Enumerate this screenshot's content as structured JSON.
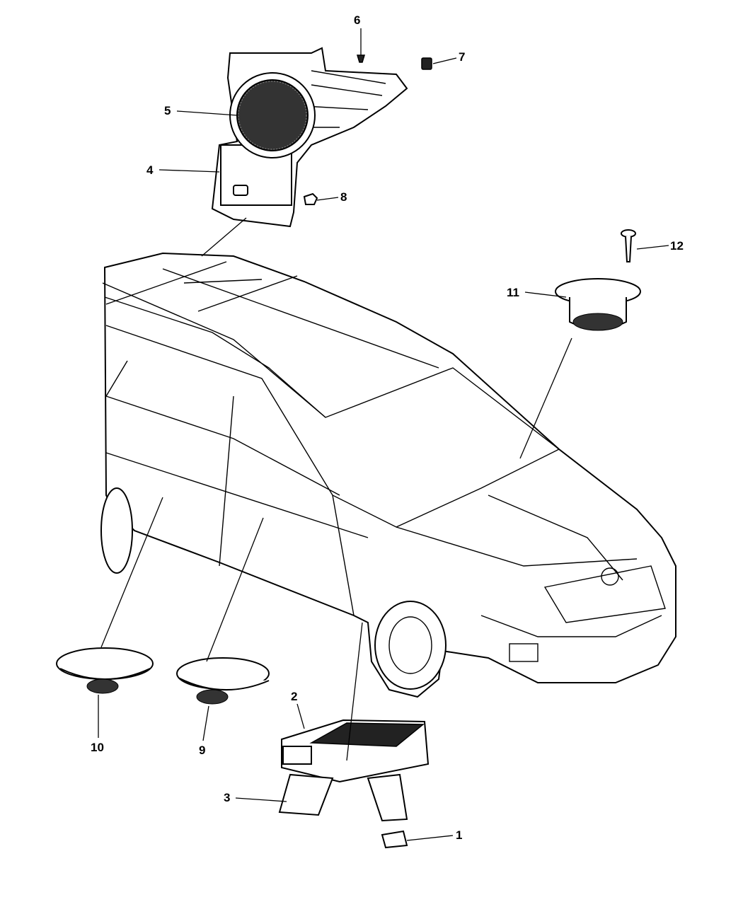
{
  "diagram": {
    "title": "Speaker & Amplifier Parts Diagram",
    "callouts": [
      {
        "id": "1",
        "label": "1",
        "part": "nut"
      },
      {
        "id": "2",
        "label": "2",
        "part": "amplifier"
      },
      {
        "id": "3",
        "label": "3",
        "part": "amplifier-bracket"
      },
      {
        "id": "4",
        "label": "4",
        "part": "subwoofer-enclosure"
      },
      {
        "id": "5",
        "label": "5",
        "part": "subwoofer-speaker"
      },
      {
        "id": "6",
        "label": "6",
        "part": "screw"
      },
      {
        "id": "7",
        "label": "7",
        "part": "clip"
      },
      {
        "id": "8",
        "label": "8",
        "part": "nut"
      },
      {
        "id": "9",
        "label": "9",
        "part": "rear-door-speaker"
      },
      {
        "id": "10",
        "label": "10",
        "part": "front-door-speaker"
      },
      {
        "id": "11",
        "label": "11",
        "part": "instrument-panel-speaker"
      },
      {
        "id": "12",
        "label": "12",
        "part": "push-pin"
      }
    ]
  }
}
